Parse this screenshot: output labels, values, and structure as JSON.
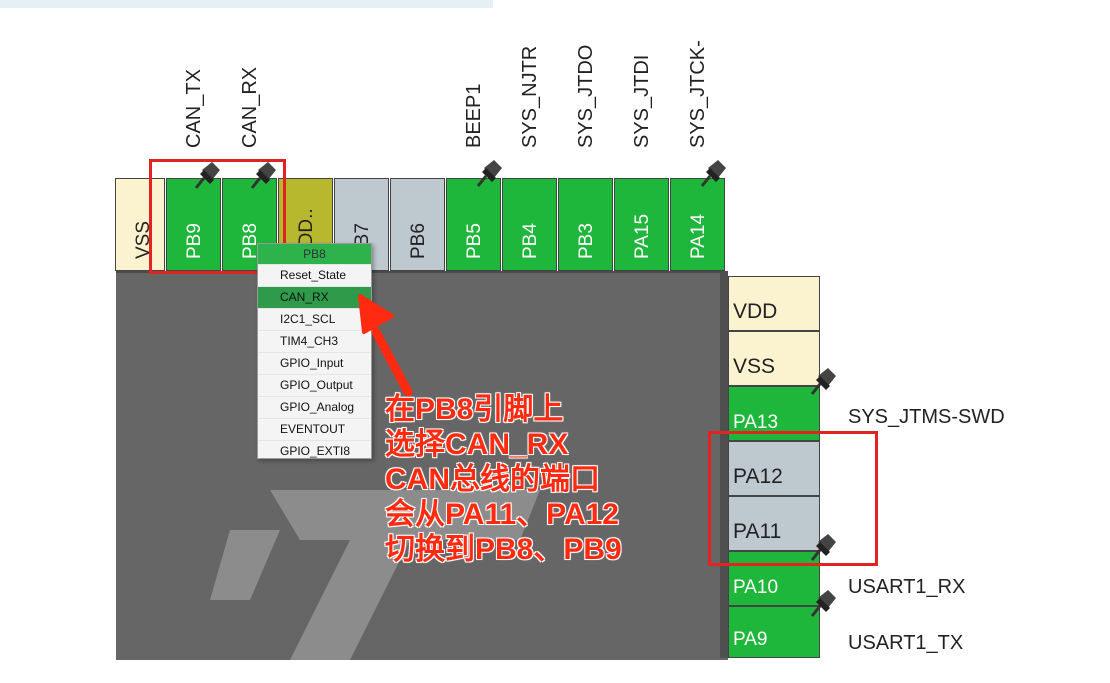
{
  "top_pins": [
    {
      "label": "VSS"
    },
    {
      "label": "PB9"
    },
    {
      "label": "PB8"
    },
    {
      "label": "VDD.."
    },
    {
      "label": "PB7"
    },
    {
      "label": "PB6"
    },
    {
      "label": "PB5"
    },
    {
      "label": "PB4"
    },
    {
      "label": "PB3"
    },
    {
      "label": "PA15"
    },
    {
      "label": "PA14"
    }
  ],
  "top_signals": {
    "pb9": "CAN_TX",
    "pb8": "CAN_RX",
    "pb5": "BEEP1",
    "pb4": "SYS_NJTR",
    "pb3": "SYS_JTDO",
    "pa15": "SYS_JTDI",
    "pa14": "SYS_JTCK-"
  },
  "right_pins": [
    {
      "label": "VDD"
    },
    {
      "label": "VSS"
    },
    {
      "label": "PA13"
    },
    {
      "label": "PA12"
    },
    {
      "label": "PA11"
    },
    {
      "label": "PA10"
    },
    {
      "label": "PA9"
    }
  ],
  "right_signals": {
    "pa13": "SYS_JTMS-SWD",
    "pa10": "USART1_RX",
    "pa9": "USART1_TX"
  },
  "context_menu": {
    "header": "PB8",
    "items": [
      "Reset_State",
      "CAN_RX",
      "I2C1_SCL",
      "TIM4_CH3",
      "GPIO_Input",
      "GPIO_Output",
      "GPIO_Analog",
      "EVENTOUT",
      "GPIO_EXTI8"
    ],
    "selected": "CAN_RX"
  },
  "annotation": {
    "line1": "在PB8引脚上",
    "line2": "选择CAN_RX",
    "line3": "CAN总线的端口",
    "line4": "会从PA11、PA12",
    "line5": "切换到PB8、PB9"
  },
  "colors": {
    "assigned_pin": "#1fb73b",
    "free_pin": "#bec8cf",
    "power_pin": "#fbf3d0",
    "highlight": "#e32222",
    "annotation_text": "#ff2a10"
  }
}
